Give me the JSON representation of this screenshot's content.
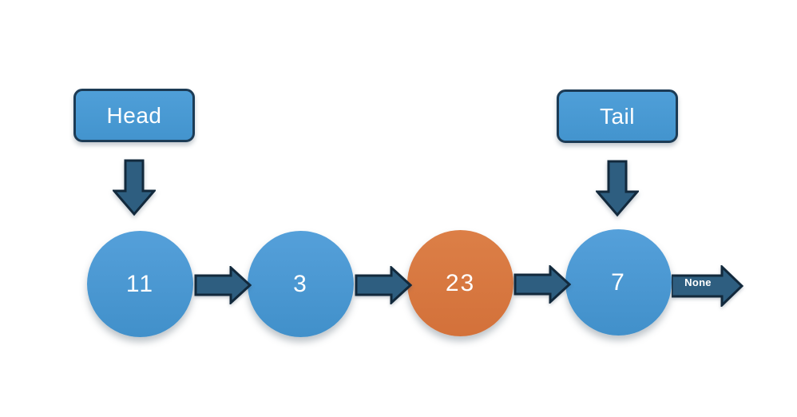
{
  "diagram": {
    "type": "singly-linked-list",
    "pointers": {
      "head": {
        "label": "Head"
      },
      "tail": {
        "label": "Tail"
      }
    },
    "nodes": [
      {
        "value": "11",
        "highlighted": false
      },
      {
        "value": "3",
        "highlighted": false
      },
      {
        "value": "23",
        "highlighted": true
      },
      {
        "value": "7",
        "highlighted": false
      }
    ],
    "terminator": {
      "label": "None"
    },
    "colors": {
      "node_fill_blue": "#4998d2",
      "node_fill_orange": "#d9783f",
      "pointer_box_fill": "#479ad3",
      "pointer_box_border": "#1c3b55",
      "arrow_fill": "#2e5e80",
      "arrow_outline": "#12293c",
      "text": "#ffffff",
      "background": "#ffffff"
    }
  }
}
